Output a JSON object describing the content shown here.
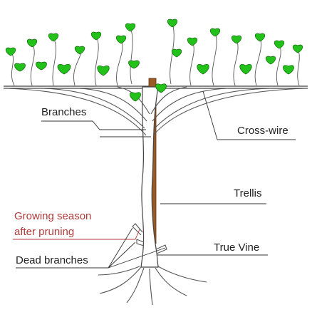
{
  "labels": {
    "branches": "Branches",
    "cross_wire": "Cross-wire",
    "trellis": "Trellis",
    "growing_season_line1": "Growing season",
    "growing_season_line2": "after pruning",
    "true_vine": "True Vine",
    "dead_branches": "Dead branches"
  },
  "colors": {
    "leaf": "#22c21a",
    "trellis_post": "#9a5a25",
    "annotation_red": "#b23a3a",
    "line": "#444444"
  },
  "icons": [
    "vine-leaf-icon"
  ]
}
